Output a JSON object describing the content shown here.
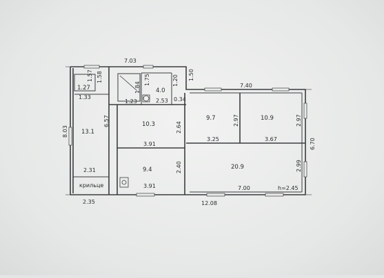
{
  "plan": {
    "rooms": [
      {
        "id": "room-porch-store",
        "area": "1.27"
      },
      {
        "id": "room-bath",
        "area": "4.0"
      },
      {
        "id": "room-hall",
        "area": "13.1"
      },
      {
        "id": "room-central",
        "area": "10.3"
      },
      {
        "id": "room-small",
        "area": "9.7"
      },
      {
        "id": "room-corner",
        "area": "10.9"
      },
      {
        "id": "room-kitchen",
        "area": "9.4"
      },
      {
        "id": "room-large",
        "area": "20.9"
      }
    ],
    "dimensions": {
      "top_left_width": "7.03",
      "top_right_width": "7.40",
      "annex_offset": "1.50",
      "total_height": "8.03",
      "right_height": "6.70",
      "total_width": "12.08",
      "porch_width": "2.35",
      "store_width": "1.57",
      "store_height": "1.58",
      "vestibule_width": "1.33",
      "hall_inner_width": "2.31",
      "hall_height": "6.57",
      "bath_depth_a": "1.84",
      "bath_depth_b": "1.75",
      "bath_depth_c": "1.20",
      "bath_width": "2.53",
      "bath_niche": "1.23",
      "bath_step": "0.34",
      "central_height": "2.64",
      "central_width": "3.91",
      "kitchen_width": "3.91",
      "kitchen_height": "2.40",
      "small_height": "2.97",
      "small_width": "3.25",
      "corner_height": "2.97",
      "corner_width": "3.67",
      "large_width": "7.00",
      "large_height": "2.99"
    },
    "labels": {
      "porch": "крильце",
      "ceiling_height": "h=2.45"
    }
  }
}
